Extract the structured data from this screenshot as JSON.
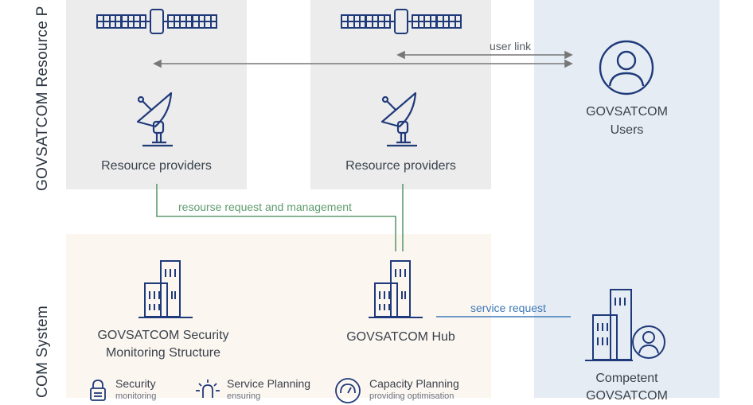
{
  "section_labels": {
    "resources": "GOVSATCOM Resource P",
    "system": "COM System"
  },
  "providers": [
    {
      "label": "Resource providers"
    },
    {
      "label": "Resource providers"
    }
  ],
  "users": {
    "line1": "GOVSATCOM",
    "line2": "Users"
  },
  "links": {
    "user_link": "user link",
    "resource_request": "resourse request and management",
    "service_request": "service request"
  },
  "system": {
    "security_line1": "GOVSATCOM Security",
    "security_line2": "Monitoring Structure",
    "hub": "GOVSATCOM Hub"
  },
  "competent": {
    "line1": "Competent",
    "line2": "GOVSATCOM"
  },
  "services": [
    {
      "title": "Security",
      "subtitle": "monitoring"
    },
    {
      "title": "Service Planning",
      "subtitle": "ensuring"
    },
    {
      "title": "Capacity Planning",
      "subtitle": "providing optimisation"
    }
  ],
  "colors": {
    "green_link": "#5f9b6f",
    "blue_link": "#3f79b8",
    "gray_link": "#777777",
    "icon_navy": "#1f3a7a"
  }
}
